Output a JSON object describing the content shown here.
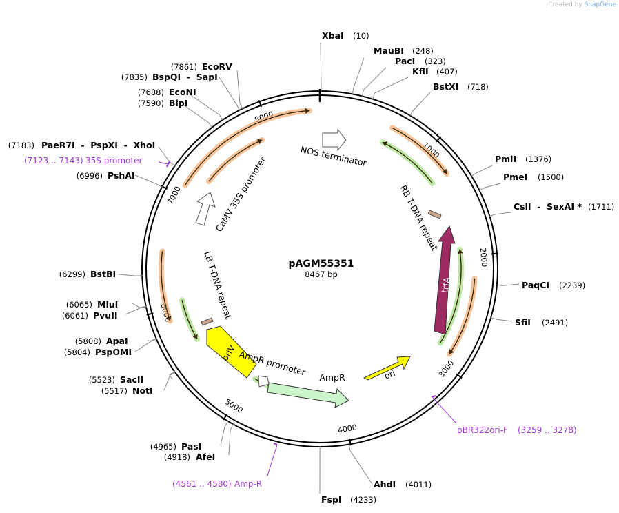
{
  "credit": {
    "prefix": "Created by",
    "brand": "SnapGene"
  },
  "plasmid": {
    "name": "pAGM55351",
    "length_label": "8467 bp",
    "length": 8467
  },
  "ticks": [
    {
      "bp": 1000,
      "label": "1000"
    },
    {
      "bp": 2000,
      "label": "2000"
    },
    {
      "bp": 3000,
      "label": "3000"
    },
    {
      "bp": 4000,
      "label": "4000"
    },
    {
      "bp": 5000,
      "label": "5000"
    },
    {
      "bp": 6000,
      "label": "6000"
    },
    {
      "bp": 7000,
      "label": "7000"
    },
    {
      "bp": 8000,
      "label": "8000"
    }
  ],
  "enzymes": [
    {
      "name": "XbaI",
      "pos": "(10)"
    },
    {
      "name": "MauBI",
      "pos": "(248)"
    },
    {
      "name": "PacI",
      "pos": "(323)"
    },
    {
      "name": "KflI",
      "pos": "(407)"
    },
    {
      "name": "BstXI",
      "pos": "(718)"
    },
    {
      "name": "PmlI",
      "pos": "(1376)"
    },
    {
      "name": "PmeI",
      "pos": "(1500)"
    },
    {
      "name": "CslI  -  SexAI *",
      "pos": "(1711)"
    },
    {
      "name": "PaqCI",
      "pos": "(2239)"
    },
    {
      "name": "SfiI",
      "pos": "(2491)"
    },
    {
      "name": "AhdI",
      "pos": "(4011)"
    },
    {
      "name": "FspI",
      "pos": "(4233)"
    },
    {
      "name": "PasI",
      "pos": "(4965)"
    },
    {
      "name": "AfeI",
      "pos": "(4918)"
    },
    {
      "name": "SacII",
      "pos": "(5523)"
    },
    {
      "name": "NotI",
      "pos": "(5517)"
    },
    {
      "name": "ApaI",
      "pos": "(5808)"
    },
    {
      "name": "PspOMI",
      "pos": "(5804)"
    },
    {
      "name": "MluI",
      "pos": "(6065)"
    },
    {
      "name": "PvuII",
      "pos": "(6061)"
    },
    {
      "name": "BstBI",
      "pos": "(6299)"
    },
    {
      "name": "PshAI",
      "pos": "(6996)"
    },
    {
      "name": "PaeR7I  -  PspXI  -  XhoI",
      "pos": "(7183)"
    },
    {
      "name": "BlpI",
      "pos": "(7590)"
    },
    {
      "name": "EcoNI",
      "pos": "(7688)"
    },
    {
      "name": "BspQI  -  SapI",
      "pos": "(7835)"
    },
    {
      "name": "EcoRV",
      "pos": "(7861)"
    }
  ],
  "primers": [
    {
      "name": "35S promoter",
      "range": "(7123 .. 7143)"
    },
    {
      "name": "pBR322ori-F",
      "range": "(3259 .. 3278)"
    },
    {
      "name": "Amp-R",
      "range": "(4561 .. 4580)"
    }
  ],
  "features": [
    {
      "name": "NOS terminator",
      "color": "#ffffff"
    },
    {
      "name": "RB T-DNA repeat",
      "color": "#c8a58c"
    },
    {
      "name": "trfA",
      "color": "#9e2a62"
    },
    {
      "name": "ori",
      "color": "#ffff00"
    },
    {
      "name": "AmpR",
      "color": "#ccf5cc"
    },
    {
      "name": "AmpR promoter",
      "color": "#ffffff"
    },
    {
      "name": "oriV",
      "color": "#ffff00"
    },
    {
      "name": "LB T-DNA repeat",
      "color": "#c8a58c"
    },
    {
      "name": "CaMV 35S promoter",
      "color": "#ffffff"
    }
  ],
  "colors": {
    "orf_orange": "#f2b07a",
    "orf_green": "#a6df86",
    "primer": "#a23ad6",
    "backbone": "#000000"
  }
}
